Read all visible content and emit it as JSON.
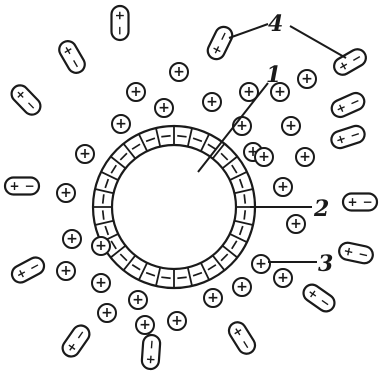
{
  "labels": {
    "particle": "1",
    "adsorption_layer": "2",
    "counter_ion": "3",
    "dipole_molecule": "4"
  },
  "glyphs": {
    "plus": "+",
    "minus": "−"
  },
  "colors": {
    "ink": "#1a1a1a",
    "background": "#ffffff"
  },
  "core_ion_count": 28
}
